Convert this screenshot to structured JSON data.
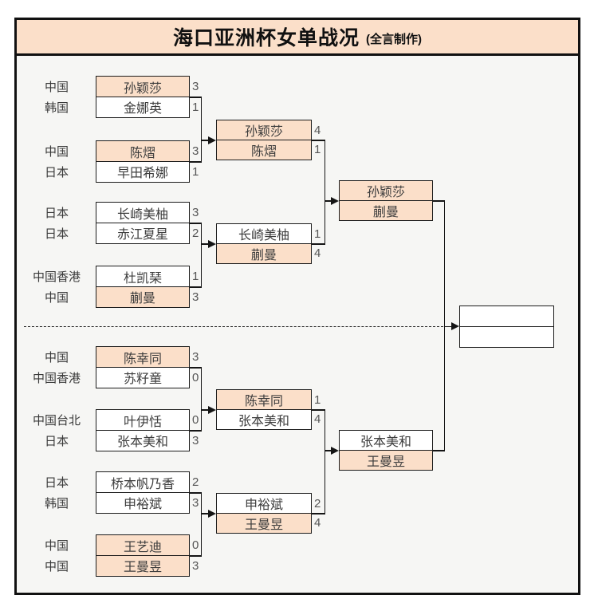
{
  "title": {
    "main": "海口亚洲杯女单战况",
    "credit": "(全言制作)"
  },
  "colors": {
    "highlight": "#FBDFC9",
    "panel_bg": "#F6F6F4",
    "line": "#151515"
  },
  "round1": [
    {
      "players": [
        {
          "country": "中国",
          "name": "孙颖莎",
          "score": "3",
          "highlight": true
        },
        {
          "country": "韩国",
          "name": "金娜英",
          "score": "1",
          "highlight": false
        }
      ]
    },
    {
      "players": [
        {
          "country": "中国",
          "name": "陈熠",
          "score": "3",
          "highlight": true
        },
        {
          "country": "日本",
          "name": "早田希娜",
          "score": "1",
          "highlight": false
        }
      ]
    },
    {
      "players": [
        {
          "country": "日本",
          "name": "长崎美柚",
          "score": "3",
          "highlight": false
        },
        {
          "country": "日本",
          "name": "赤江夏星",
          "score": "2",
          "highlight": false
        }
      ]
    },
    {
      "players": [
        {
          "country": "中国香港",
          "name": "杜凯琹",
          "score": "1",
          "highlight": false
        },
        {
          "country": "中国",
          "name": "蒯曼",
          "score": "3",
          "highlight": true
        }
      ]
    },
    {
      "players": [
        {
          "country": "中国",
          "name": "陈幸同",
          "score": "3",
          "highlight": true
        },
        {
          "country": "中国香港",
          "name": "苏籽童",
          "score": "0",
          "highlight": false
        }
      ]
    },
    {
      "players": [
        {
          "country": "中国台北",
          "name": "叶伊恬",
          "score": "0",
          "highlight": false
        },
        {
          "country": "日本",
          "name": "张本美和",
          "score": "3",
          "highlight": false
        }
      ]
    },
    {
      "players": [
        {
          "country": "日本",
          "name": "桥本帆乃香",
          "score": "2",
          "highlight": false
        },
        {
          "country": "韩国",
          "name": "申裕斌",
          "score": "3",
          "highlight": false
        }
      ]
    },
    {
      "players": [
        {
          "country": "中国",
          "name": "王艺迪",
          "score": "0",
          "highlight": true
        },
        {
          "country": "中国",
          "name": "王曼昱",
          "score": "3",
          "highlight": true
        }
      ]
    }
  ],
  "round2": [
    {
      "players": [
        {
          "name": "孙颖莎",
          "score": "4",
          "highlight": true
        },
        {
          "name": "陈熠",
          "score": "1",
          "highlight": true
        }
      ]
    },
    {
      "players": [
        {
          "name": "长崎美柚",
          "score": "1",
          "highlight": false
        },
        {
          "name": "蒯曼",
          "score": "4",
          "highlight": true
        }
      ]
    },
    {
      "players": [
        {
          "name": "陈幸同",
          "score": "1",
          "highlight": true
        },
        {
          "name": "张本美和",
          "score": "4",
          "highlight": false
        }
      ]
    },
    {
      "players": [
        {
          "name": "申裕斌",
          "score": "2",
          "highlight": false
        },
        {
          "name": "王曼昱",
          "score": "4",
          "highlight": true
        }
      ]
    }
  ],
  "semifinals": [
    {
      "players": [
        {
          "name": "孙颖莎",
          "highlight": true
        },
        {
          "name": "蒯曼",
          "highlight": true
        }
      ]
    },
    {
      "players": [
        {
          "name": "张本美和",
          "highlight": false
        },
        {
          "name": "王曼昱",
          "highlight": true
        }
      ]
    }
  ],
  "final": {
    "players": [
      {
        "name": "",
        "highlight": false
      },
      {
        "name": "",
        "highlight": false
      }
    ]
  }
}
